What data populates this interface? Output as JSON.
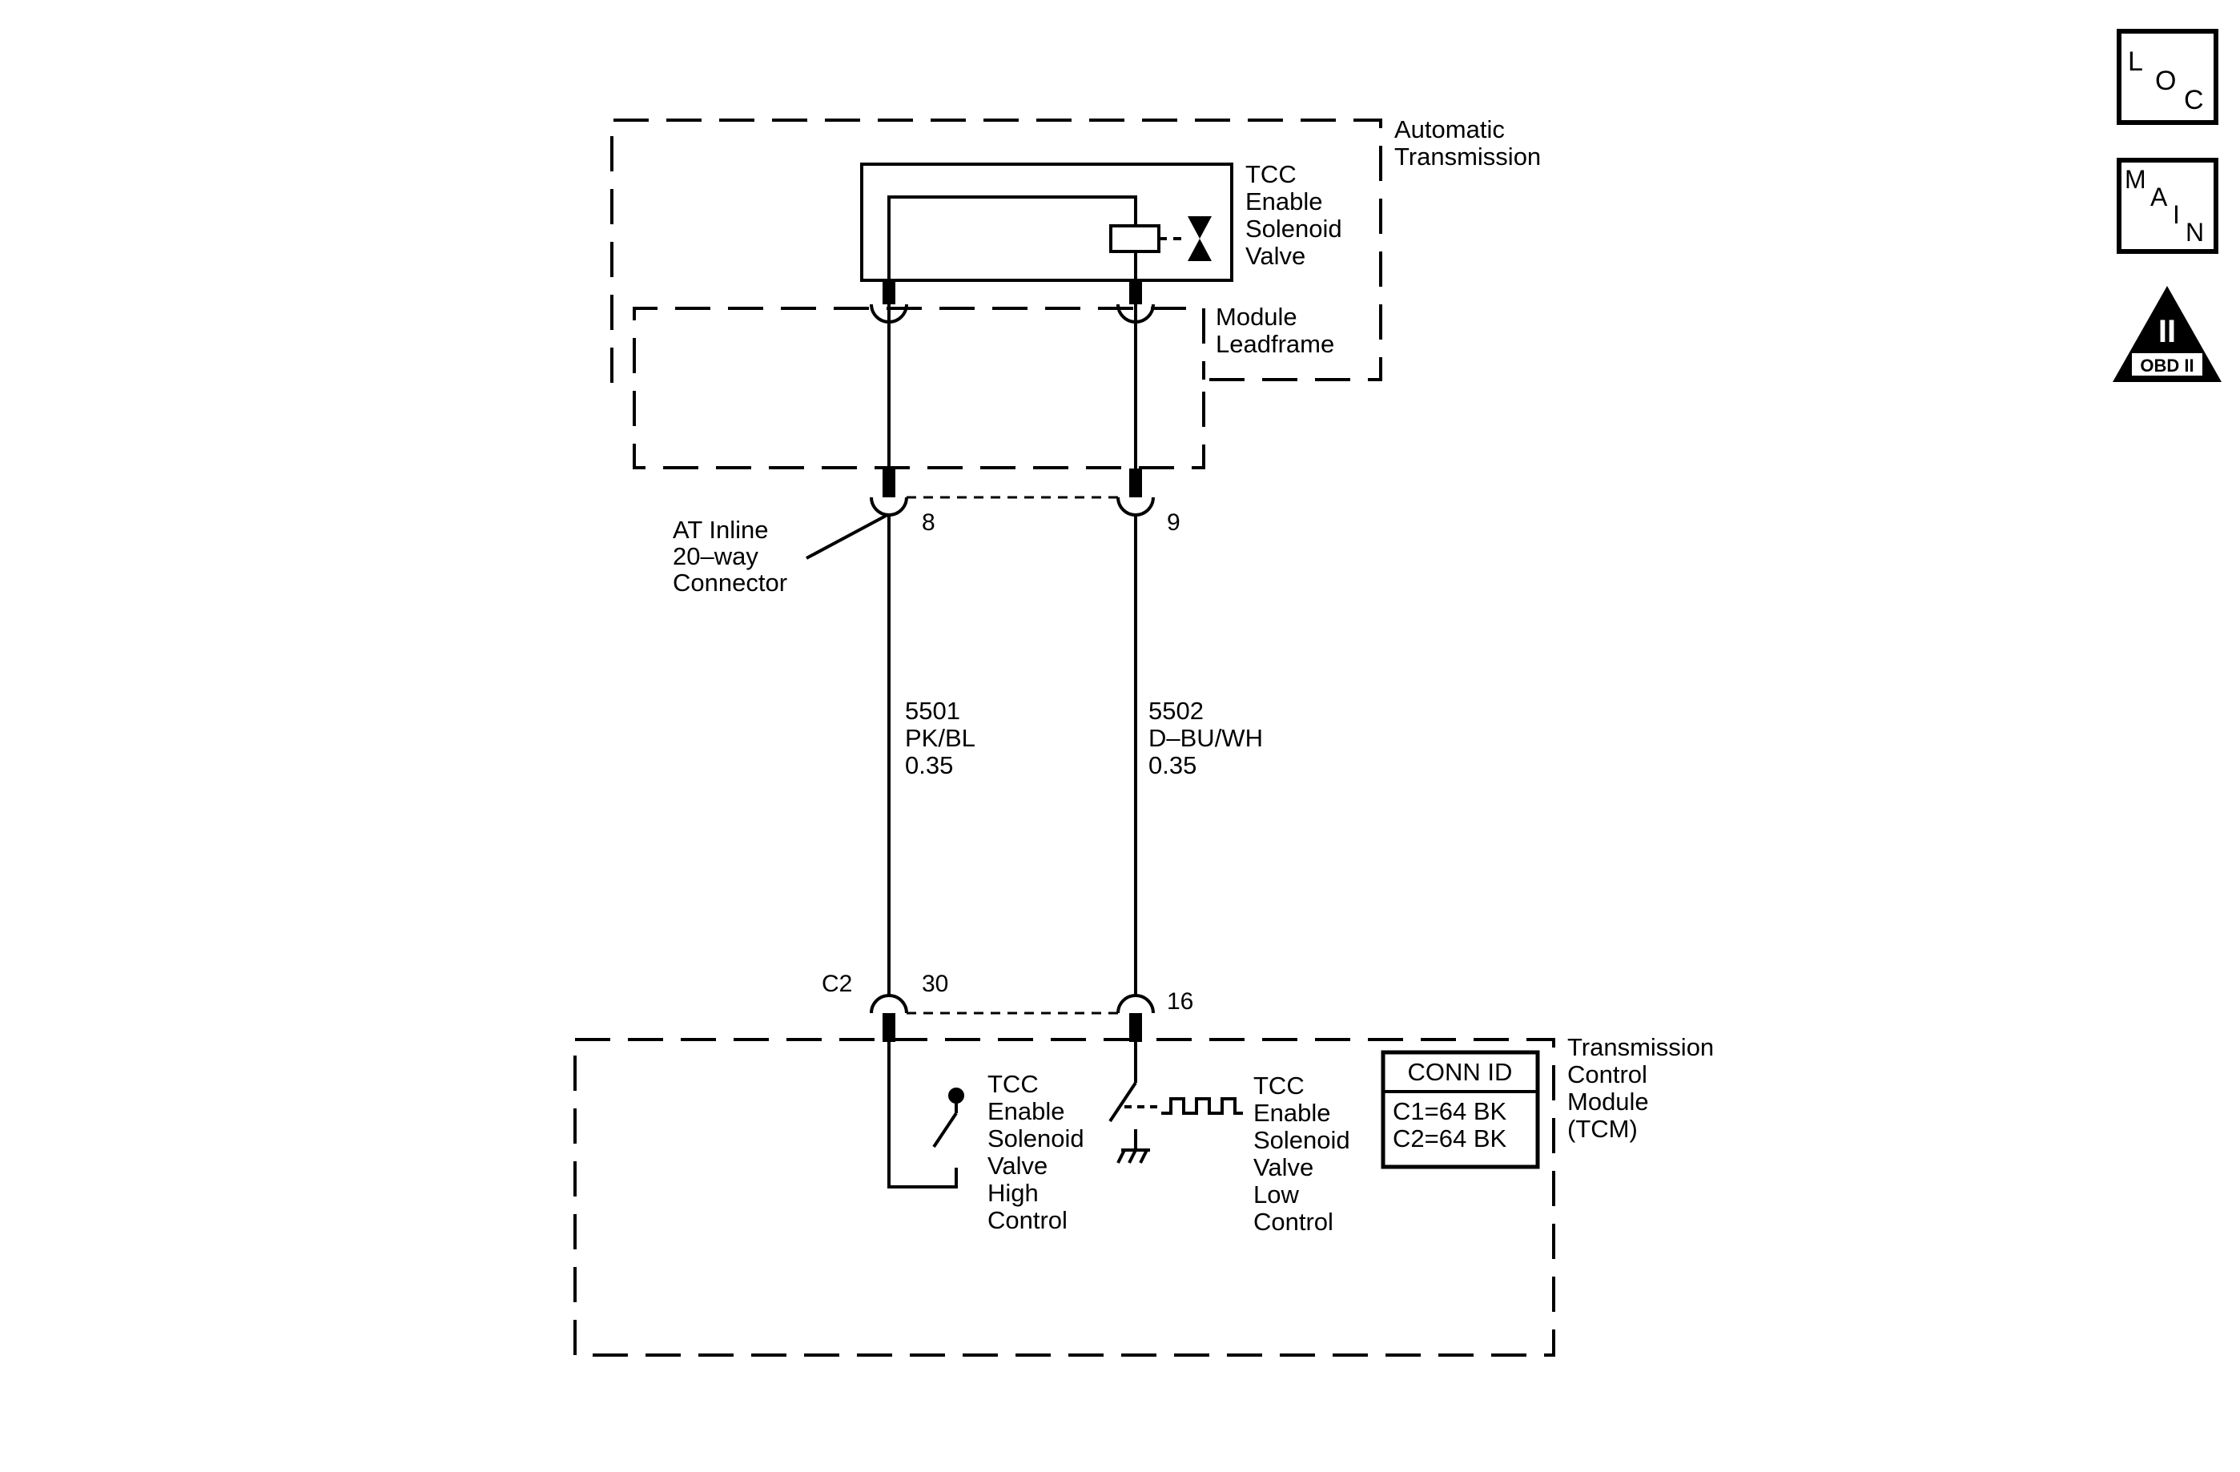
{
  "nav": {
    "loc": {
      "l": "L",
      "o": "O",
      "c": "C"
    },
    "main": {
      "m": "M",
      "a": "A",
      "i": "I",
      "n": "N"
    },
    "obd": {
      "mark": "II",
      "label": "OBD II"
    }
  },
  "components": {
    "automatic_transmission": [
      "Automatic",
      "Transmission"
    ],
    "solenoid": [
      "TCC",
      "Enable",
      "Solenoid",
      "Valve"
    ],
    "module_leadframe": [
      "Module",
      "Leadframe"
    ],
    "inline_connector": [
      "AT Inline",
      "20–way",
      "Connector"
    ],
    "tcm": [
      "Transmission",
      "Control",
      "Module",
      "(TCM)"
    ],
    "high_control": [
      "TCC",
      "Enable",
      "Solenoid",
      "Valve",
      "High",
      "Control"
    ],
    "low_control": [
      "TCC",
      "Enable",
      "Solenoid",
      "Valve",
      "Low",
      "Control"
    ]
  },
  "pins": {
    "inline_left": "8",
    "inline_right": "9",
    "tcm_connector": "C2",
    "tcm_left": "30",
    "tcm_right": "16"
  },
  "wires": [
    {
      "circuit": "5501",
      "color": "PK/BL",
      "gauge": "0.35"
    },
    {
      "circuit": "5502",
      "color": "D–BU/WH",
      "gauge": "0.35"
    }
  ],
  "conn_id": {
    "title": "CONN ID",
    "rows": [
      "C1=64 BK",
      "C2=64 BK"
    ]
  }
}
